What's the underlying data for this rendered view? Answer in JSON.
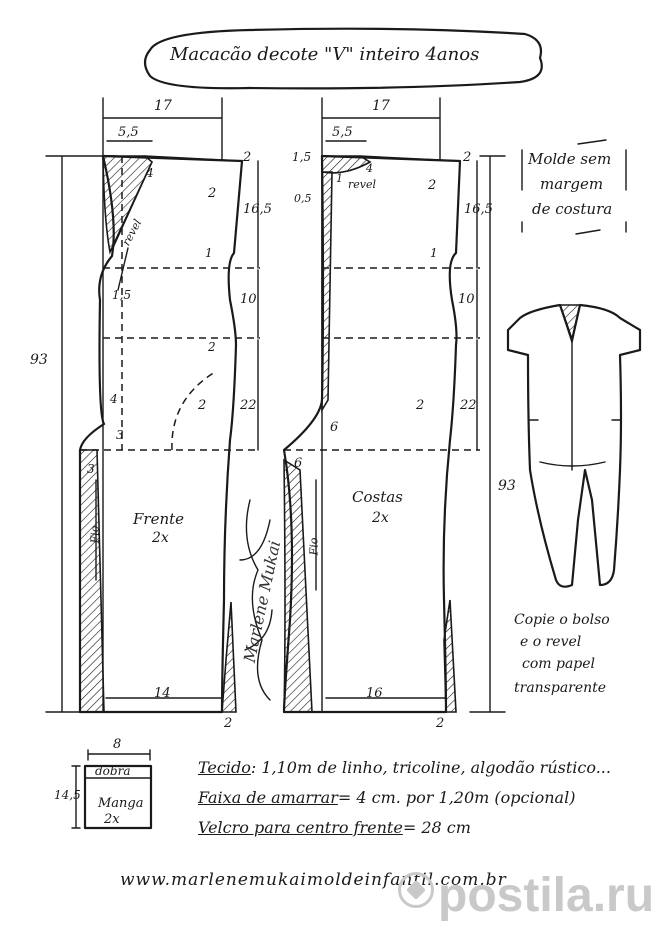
{
  "title": "Macacão decote \"V\" inteiro 4anos",
  "note_box": [
    "Molde sem",
    "margem",
    "de costura"
  ],
  "copy_note": [
    "Copie o bolso",
    "e o revel",
    "com papel",
    "transparente"
  ],
  "front": {
    "label": "Frente",
    "count": "2x",
    "width_top": "17",
    "neck": "5,5",
    "revel": "revel",
    "measures": [
      "2",
      "2",
      "16,5",
      "1",
      "1,5",
      "10",
      "2",
      "2",
      "22",
      "4",
      "3",
      "3",
      "14",
      "2",
      "4",
      "Fio"
    ]
  },
  "back": {
    "label": "Costas",
    "count": "2x",
    "width_top": "17",
    "neck": "5,5",
    "revel": "revel",
    "measures": [
      "1,5",
      "2",
      "4",
      "1",
      "0,5",
      "2",
      "16,5",
      "1",
      "10",
      "2",
      "22",
      "6",
      "6",
      "16",
      "2",
      "Fio"
    ]
  },
  "height": "93",
  "height_right": "93",
  "sleeve": {
    "label": "Manga",
    "count": "2x",
    "fold": "dobra",
    "width": "8",
    "height": "14,5"
  },
  "notes": [
    {
      "key": "Tecido",
      "value": ": 1,10m de linho, tricoline, algodão rústico..."
    },
    {
      "key": "Faixa de amarrar",
      "value": "= 4 cm. por 1,20m (opcional)"
    },
    {
      "key": "Velcro para centro frente",
      "value": "= 28 cm"
    }
  ],
  "website": "www.marlenemukaimoldeinfantil.com.br",
  "signature": "Marlene Mukai",
  "watermark": "postila.ru"
}
